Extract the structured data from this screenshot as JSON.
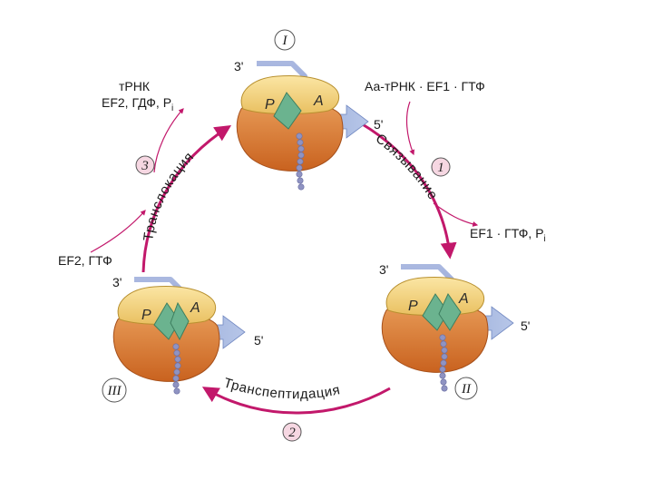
{
  "stages": {
    "I": {
      "numeral": "I",
      "three_prime": "3'",
      "five_prime": "5'",
      "site_p": "P",
      "site_a": "A"
    },
    "II": {
      "numeral": "II",
      "three_prime": "3'",
      "five_prime": "5'",
      "site_p": "P",
      "site_a": "A"
    },
    "III": {
      "numeral": "III",
      "three_prime": "3'",
      "five_prime": "5'",
      "site_p": "P",
      "site_a": "A"
    }
  },
  "steps": [
    {
      "number": "1",
      "name": "Связывание"
    },
    {
      "number": "2",
      "name": "Транспептидация"
    },
    {
      "number": "3",
      "name": "Транслокация"
    }
  ],
  "inputs_outputs": {
    "binding_in": "Аа-тРНК · EF1 · ГТФ",
    "binding_out_main": "EF1 · ГТФ, P",
    "binding_out_sub": "i",
    "translocation_in": "EF2, ГТФ",
    "translocation_out_line1": "тРНК",
    "translocation_out_line2": "EF2, ГДФ, P",
    "translocation_out_sub": "i"
  },
  "colors": {
    "arc": "#c2186b",
    "small_subunit": "#f3d27a",
    "large_subunit": "#d9762f",
    "trna": "#6bb38f",
    "mrna_arrow": "#8fa6d6",
    "peptide": "#8f93c2"
  }
}
